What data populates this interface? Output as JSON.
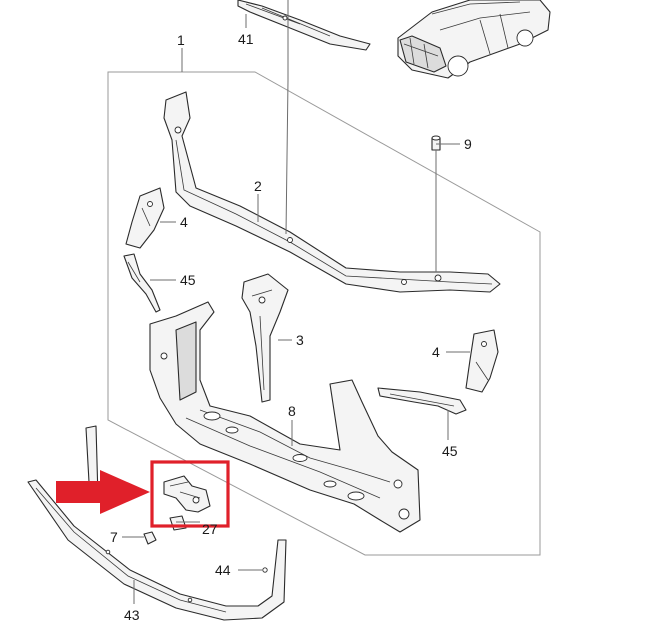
{
  "callouts": {
    "c1": "1",
    "c2": "2",
    "c3": "3",
    "c4a": "4",
    "c4b": "4",
    "c7": "7",
    "c8": "8",
    "c9": "9",
    "c27": "27",
    "c41": "41",
    "c43": "43",
    "c44": "44",
    "c45a": "45",
    "c45b": "45"
  },
  "highlight": {
    "box_color": "#e0202a",
    "arrow_color": "#e0202a"
  }
}
